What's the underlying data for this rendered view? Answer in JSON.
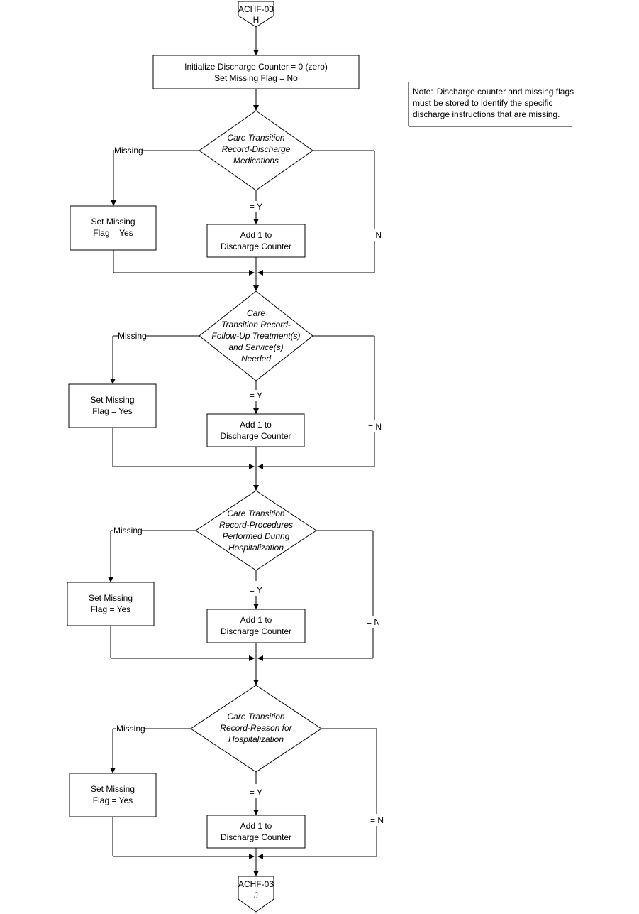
{
  "start_connector": {
    "line1": "ACHF-03",
    "line2": "H"
  },
  "end_connector": {
    "line1": "ACHF-03",
    "line2": "J"
  },
  "init_box": {
    "line1": "Initialize Discharge Counter = 0 (zero)",
    "line2": "Set Missing Flag = No"
  },
  "note": {
    "label": "Note:",
    "line1": "Discharge counter and missing flags",
    "line2": "must be stored to identify the specific",
    "line3": "discharge instructions that are missing."
  },
  "decisions": [
    {
      "lines": [
        "Care Transition",
        "Record-Discharge",
        "Medications"
      ],
      "missing_label": "Missing",
      "yes_label": "= Y",
      "no_label": "= N",
      "set_missing": [
        "Set Missing",
        "Flag = Yes"
      ],
      "add_counter": [
        "Add 1 to",
        "Discharge Counter"
      ]
    },
    {
      "lines": [
        "Care",
        "Transition Record-",
        "Follow-Up Treatment(s)",
        "and Service(s)",
        "Needed"
      ],
      "missing_label": "Missing",
      "yes_label": "= Y",
      "no_label": "= N",
      "set_missing": [
        "Set Missing",
        "Flag = Yes"
      ],
      "add_counter": [
        "Add 1 to",
        "Discharge Counter"
      ]
    },
    {
      "lines": [
        "Care Transition",
        "Record-Procedures",
        "Performed During",
        "Hospitalization"
      ],
      "missing_label": "Missing",
      "yes_label": "= Y",
      "no_label": "= N",
      "set_missing": [
        "Set Missing",
        "Flag = Yes"
      ],
      "add_counter": [
        "Add 1 to",
        "Discharge Counter"
      ]
    },
    {
      "lines": [
        "Care Transition",
        "Record-Reason for",
        "Hospitalization"
      ],
      "missing_label": "Missing",
      "yes_label": "= Y",
      "no_label": "= N",
      "set_missing": [
        "Set Missing",
        "Flag = Yes"
      ],
      "add_counter": [
        "Add 1 to",
        "Discharge Counter"
      ]
    }
  ]
}
